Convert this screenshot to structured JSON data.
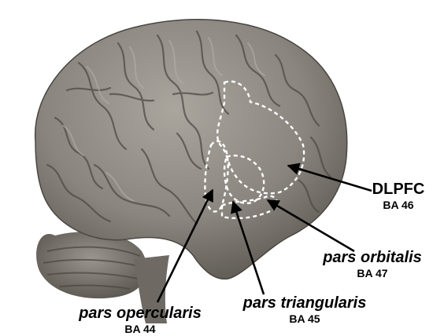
{
  "labels": {
    "dlpfc": {
      "name": "DLPFC",
      "ba": "BA 46"
    },
    "pars_orbitalis": {
      "name": "pars orbitalis",
      "ba": "BA 47"
    },
    "pars_triangularis": {
      "name": "pars triangularis",
      "ba": "BA 45"
    },
    "pars_opercularis": {
      "name": "pars opercularis",
      "ba": "BA 44"
    }
  },
  "colors": {
    "brain": "#8a857e",
    "brain_shadow": "#5c5852",
    "gyri_highlight": "#b3aea6",
    "sulci": "#4e4a45",
    "region_outline": "#ffffff",
    "arrow": "#000000"
  }
}
